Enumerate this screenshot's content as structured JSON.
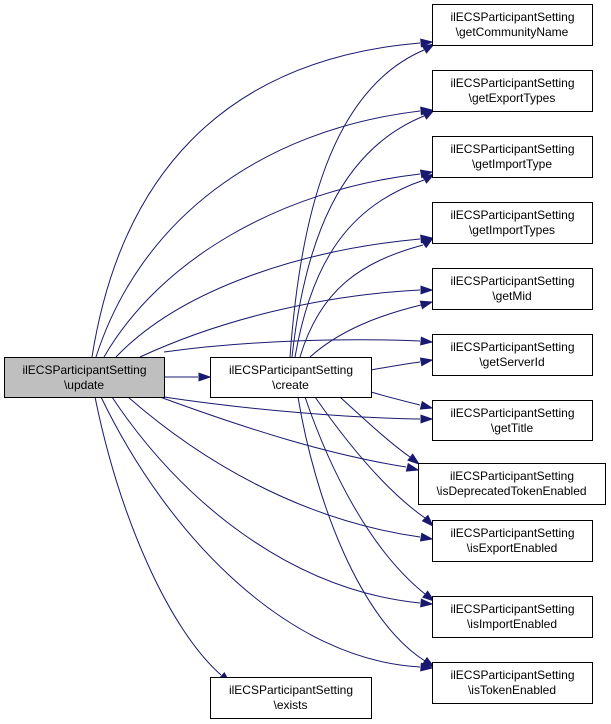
{
  "diagram": {
    "colors": {
      "edge": "#191970",
      "focus_fill": "#bfbfbf",
      "node_fill": "#ffffff",
      "node_stroke": "#000000"
    },
    "nodes": [
      {
        "id": "update",
        "line1": "ilECSParticipantSetting",
        "line2": "\\update",
        "focus": true
      },
      {
        "id": "create",
        "line1": "ilECSParticipantSetting",
        "line2": "\\create"
      },
      {
        "id": "exists",
        "line1": "ilECSParticipantSetting",
        "line2": "\\exists"
      },
      {
        "id": "getCommunityName",
        "line1": "ilECSParticipantSetting",
        "line2": "\\getCommunityName"
      },
      {
        "id": "getExportTypes",
        "line1": "ilECSParticipantSetting",
        "line2": "\\getExportTypes"
      },
      {
        "id": "getImportType",
        "line1": "ilECSParticipantSetting",
        "line2": "\\getImportType"
      },
      {
        "id": "getImportTypes",
        "line1": "ilECSParticipantSetting",
        "line2": "\\getImportTypes"
      },
      {
        "id": "getMid",
        "line1": "ilECSParticipantSetting",
        "line2": "\\getMid"
      },
      {
        "id": "getServerId",
        "line1": "ilECSParticipantSetting",
        "line2": "\\getServerId"
      },
      {
        "id": "getTitle",
        "line1": "ilECSParticipantSetting",
        "line2": "\\getTitle"
      },
      {
        "id": "isDeprecatedTokenEnabled",
        "line1": "ilECSParticipantSetting",
        "line2": "\\isDeprecatedTokenEnabled"
      },
      {
        "id": "isExportEnabled",
        "line1": "ilECSParticipantSetting",
        "line2": "\\isExportEnabled"
      },
      {
        "id": "isImportEnabled",
        "line1": "ilECSParticipantSetting",
        "line2": "\\isImportEnabled"
      },
      {
        "id": "isTokenEnabled",
        "line1": "ilECSParticipantSetting",
        "line2": "\\isTokenEnabled"
      }
    ],
    "edges": [
      {
        "from": "update",
        "to": "create"
      },
      {
        "from": "update",
        "to": "exists"
      },
      {
        "from": "update",
        "to": "getCommunityName"
      },
      {
        "from": "update",
        "to": "getExportTypes"
      },
      {
        "from": "update",
        "to": "getImportType"
      },
      {
        "from": "update",
        "to": "getImportTypes"
      },
      {
        "from": "update",
        "to": "getMid"
      },
      {
        "from": "update",
        "to": "getServerId"
      },
      {
        "from": "update",
        "to": "getTitle"
      },
      {
        "from": "update",
        "to": "isDeprecatedTokenEnabled"
      },
      {
        "from": "update",
        "to": "isExportEnabled"
      },
      {
        "from": "update",
        "to": "isImportEnabled"
      },
      {
        "from": "update",
        "to": "isTokenEnabled"
      },
      {
        "from": "create",
        "to": "getCommunityName"
      },
      {
        "from": "create",
        "to": "getExportTypes"
      },
      {
        "from": "create",
        "to": "getImportType"
      },
      {
        "from": "create",
        "to": "getImportTypes"
      },
      {
        "from": "create",
        "to": "getMid"
      },
      {
        "from": "create",
        "to": "getServerId"
      },
      {
        "from": "create",
        "to": "getTitle"
      },
      {
        "from": "create",
        "to": "isDeprecatedTokenEnabled"
      },
      {
        "from": "create",
        "to": "isExportEnabled"
      },
      {
        "from": "create",
        "to": "isImportEnabled"
      },
      {
        "from": "create",
        "to": "isTokenEnabled"
      }
    ]
  }
}
